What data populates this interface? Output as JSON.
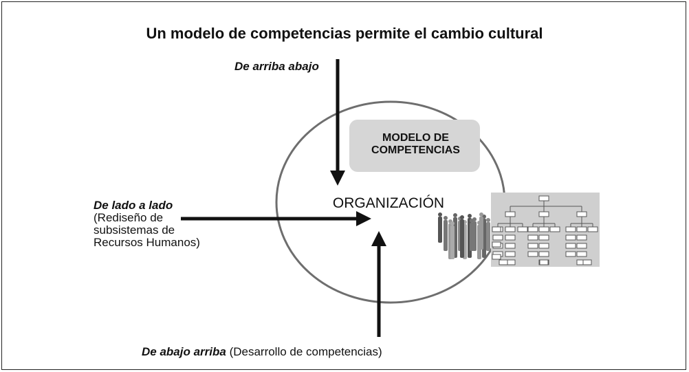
{
  "title": "Un modelo de competencias permite el cambio cultural",
  "center": {
    "label": "ORGANIZACIÓN"
  },
  "model_box": {
    "line1": "MODELO DE",
    "line2": "COMPETENCIAS"
  },
  "top_arrow": {
    "label": "De arriba abajo"
  },
  "side_arrow": {
    "label": "De lado a lado",
    "desc_line1": "(Rediseño de",
    "desc_line2": "subsistemas de",
    "desc_line3": "Recursos Humanos)"
  },
  "bottom_arrow": {
    "label": "De abajo arriba",
    "desc": "(Desarrollo de competencias)"
  },
  "colors": {
    "ellipse_stroke": "#6e6e6e",
    "model_box_fill": "#d6d6d6",
    "org_chart_bg": "#cfcfcf",
    "arrow": "#111111"
  },
  "illustration": {
    "icon": "people-and-org-chart-icon"
  }
}
